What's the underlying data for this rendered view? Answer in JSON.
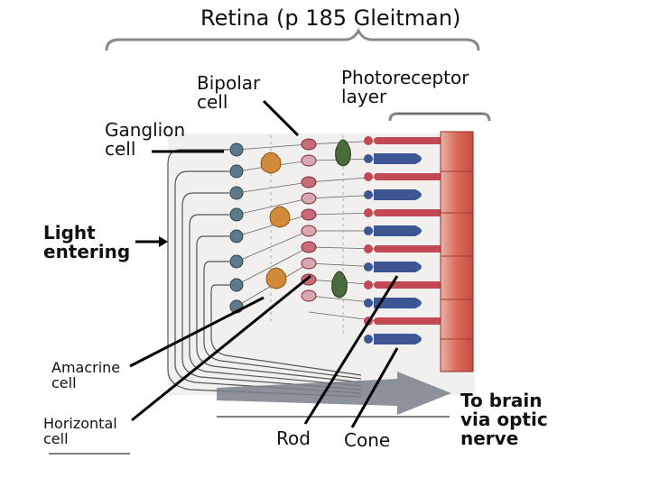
{
  "labels": {
    "title": "Retina (p 185 Gleitman)",
    "bipolar": "Bipolar\ncell",
    "photoreceptor": "Photoreceptor\nlayer",
    "ganglion": "Ganglion\ncell",
    "light": "Light\nentering",
    "amacrine": "Amacrine\ncell",
    "horizontal": "Horizontal\ncell",
    "rod": "Rod",
    "cone": "Cone",
    "brain": "To brain\nvia optic\nnerve"
  },
  "colors": {
    "ganglion": "#5d7a8c",
    "bipolar_rod": "#c96a78",
    "bipolar_cone": "#d8a8b0",
    "horizontal_cell": "#d08a3a",
    "amacrine_cell": "#4c6b3c",
    "rod_cells": "#c24854",
    "cone_cells": "#3d5794",
    "pigment_epithelium": "#d96a5a",
    "optic_nerve_arrow": "#7a808a"
  }
}
